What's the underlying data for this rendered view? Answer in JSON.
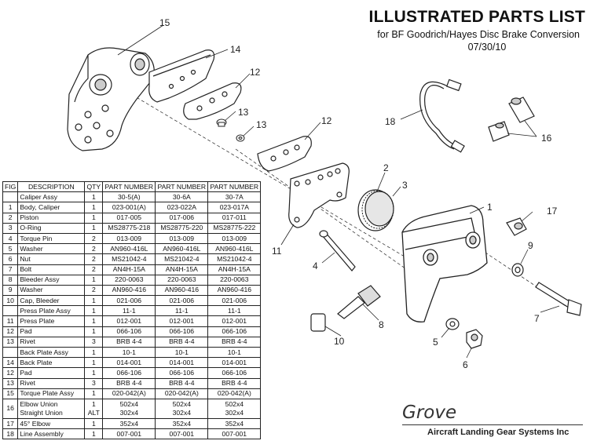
{
  "header": {
    "title": "ILLUSTRATED PARTS LIST",
    "subtitle": "for BF Goodrich/Hayes Disc Brake Conversion",
    "date": "07/30/10"
  },
  "table": {
    "columns": [
      "FIG",
      "DESCRIPTION",
      "QTY",
      "PART NUMBER",
      "PART NUMBER",
      "PART NUMBER"
    ],
    "rows": [
      {
        "fig": "",
        "desc": "Caliper Assy",
        "qty": "1",
        "p1": "30-5(A)",
        "p2": "30-6A",
        "p3": "30-7A"
      },
      {
        "fig": "1",
        "desc": "Body, Caliper",
        "qty": "1",
        "p1": "023-001(A)",
        "p2": "023-022A",
        "p3": "023-017A"
      },
      {
        "fig": "2",
        "desc": "Piston",
        "qty": "1",
        "p1": "017-005",
        "p2": "017-006",
        "p3": "017-011"
      },
      {
        "fig": "3",
        "desc": "O-Ring",
        "qty": "1",
        "p1": "MS28775-218",
        "p2": "MS28775-220",
        "p3": "MS28775-222"
      },
      {
        "fig": "4",
        "desc": "Torque Pin",
        "qty": "2",
        "p1": "013-009",
        "p2": "013-009",
        "p3": "013-009"
      },
      {
        "fig": "5",
        "desc": "Washer",
        "qty": "2",
        "p1": "AN960-416L",
        "p2": "AN960-416L",
        "p3": "AN960-416L"
      },
      {
        "fig": "6",
        "desc": "Nut",
        "qty": "2",
        "p1": "MS21042-4",
        "p2": "MS21042-4",
        "p3": "MS21042-4"
      },
      {
        "fig": "7",
        "desc": "Bolt",
        "qty": "2",
        "p1": "AN4H-15A",
        "p2": "AN4H-15A",
        "p3": "AN4H-15A"
      },
      {
        "fig": "8",
        "desc": "Bleeder Assy",
        "qty": "1",
        "p1": "220-0063",
        "p2": "220-0063",
        "p3": "220-0063"
      },
      {
        "fig": "9",
        "desc": "Washer",
        "qty": "2",
        "p1": "AN960-416",
        "p2": "AN960-416",
        "p3": "AN960-416"
      },
      {
        "fig": "10",
        "desc": "Cap, Bleeder",
        "qty": "1",
        "p1": "021-006",
        "p2": "021-006",
        "p3": "021-006"
      },
      {
        "fig": "",
        "desc": "Press Plate Assy",
        "qty": "1",
        "p1": "11-1",
        "p2": "11-1",
        "p3": "11-1"
      },
      {
        "fig": "11",
        "desc": "Press Plate",
        "qty": "1",
        "p1": "012-001",
        "p2": "012-001",
        "p3": "012-001"
      },
      {
        "fig": "12",
        "desc": "Pad",
        "qty": "1",
        "p1": "066-106",
        "p2": "066-106",
        "p3": "066-106"
      },
      {
        "fig": "13",
        "desc": "Rivet",
        "qty": "3",
        "p1": "BRB 4-4",
        "p2": "BRB 4-4",
        "p3": "BRB 4-4"
      },
      {
        "fig": "",
        "desc": "Back Plate Assy",
        "qty": "1",
        "p1": "10-1",
        "p2": "10-1",
        "p3": "10-1"
      },
      {
        "fig": "14",
        "desc": "Back Plate",
        "qty": "1",
        "p1": "014-001",
        "p2": "014-001",
        "p3": "014-001"
      },
      {
        "fig": "12",
        "desc": "Pad",
        "qty": "1",
        "p1": "066-106",
        "p2": "066-106",
        "p3": "066-106"
      },
      {
        "fig": "13",
        "desc": "Rivet",
        "qty": "3",
        "p1": "BRB 4-4",
        "p2": "BRB 4-4",
        "p3": "BRB 4-4"
      },
      {
        "fig": "15",
        "desc": "Torque Plate Assy",
        "qty": "1",
        "p1": "020-042(A)",
        "p2": "020-042(A)",
        "p3": "020-042(A)"
      },
      {
        "fig": "16",
        "desc": "Elbow Union",
        "desc2": "Straight Union",
        "qty": "1",
        "qty2": "ALT",
        "p1": "502x4",
        "p1b": "302x4",
        "p2": "502x4",
        "p2b": "302x4",
        "p3": "502x4",
        "p3b": "302x4"
      },
      {
        "fig": "17",
        "desc": "45° Elbow",
        "qty": "1",
        "p1": "352x4",
        "p2": "352x4",
        "p3": "352x4"
      },
      {
        "fig": "18",
        "desc": "Line Assembly",
        "qty": "1",
        "p1": "007-001",
        "p2": "007-001",
        "p3": "007-001"
      }
    ]
  },
  "callouts": {
    "c1": "1",
    "c2": "2",
    "c3": "3",
    "c4": "4",
    "c5": "5",
    "c6": "6",
    "c7": "7",
    "c8": "8",
    "c9": "9",
    "c10": "10",
    "c11": "11",
    "c12a": "12",
    "c12b": "12",
    "c13a": "13",
    "c13b": "13",
    "c14": "14",
    "c15": "15",
    "c16": "16",
    "c17": "17",
    "c18": "18"
  },
  "footer": {
    "logo": "Grove",
    "company": "Aircraft Landing Gear Systems Inc"
  }
}
